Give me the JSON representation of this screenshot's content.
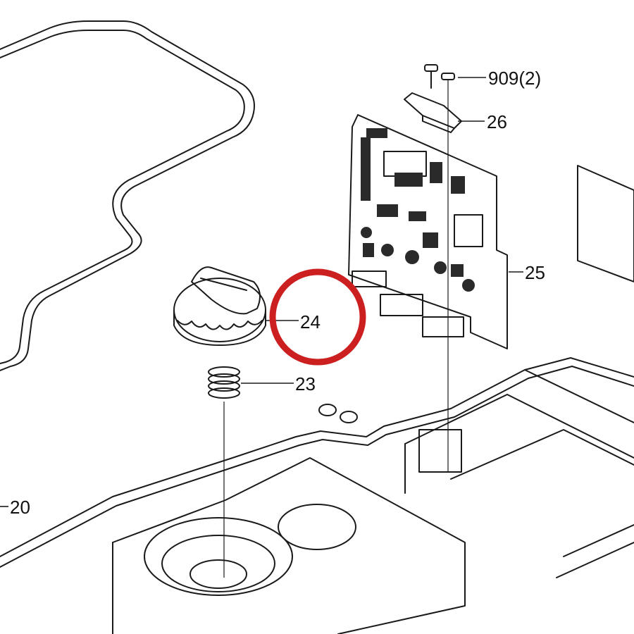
{
  "callouts": {
    "c909": "909(2)",
    "c26": "26",
    "c25": "25",
    "c24": "24",
    "c23": "23",
    "c20": "20"
  },
  "highlight": {
    "color": "#cc1f1f",
    "target": "24"
  }
}
